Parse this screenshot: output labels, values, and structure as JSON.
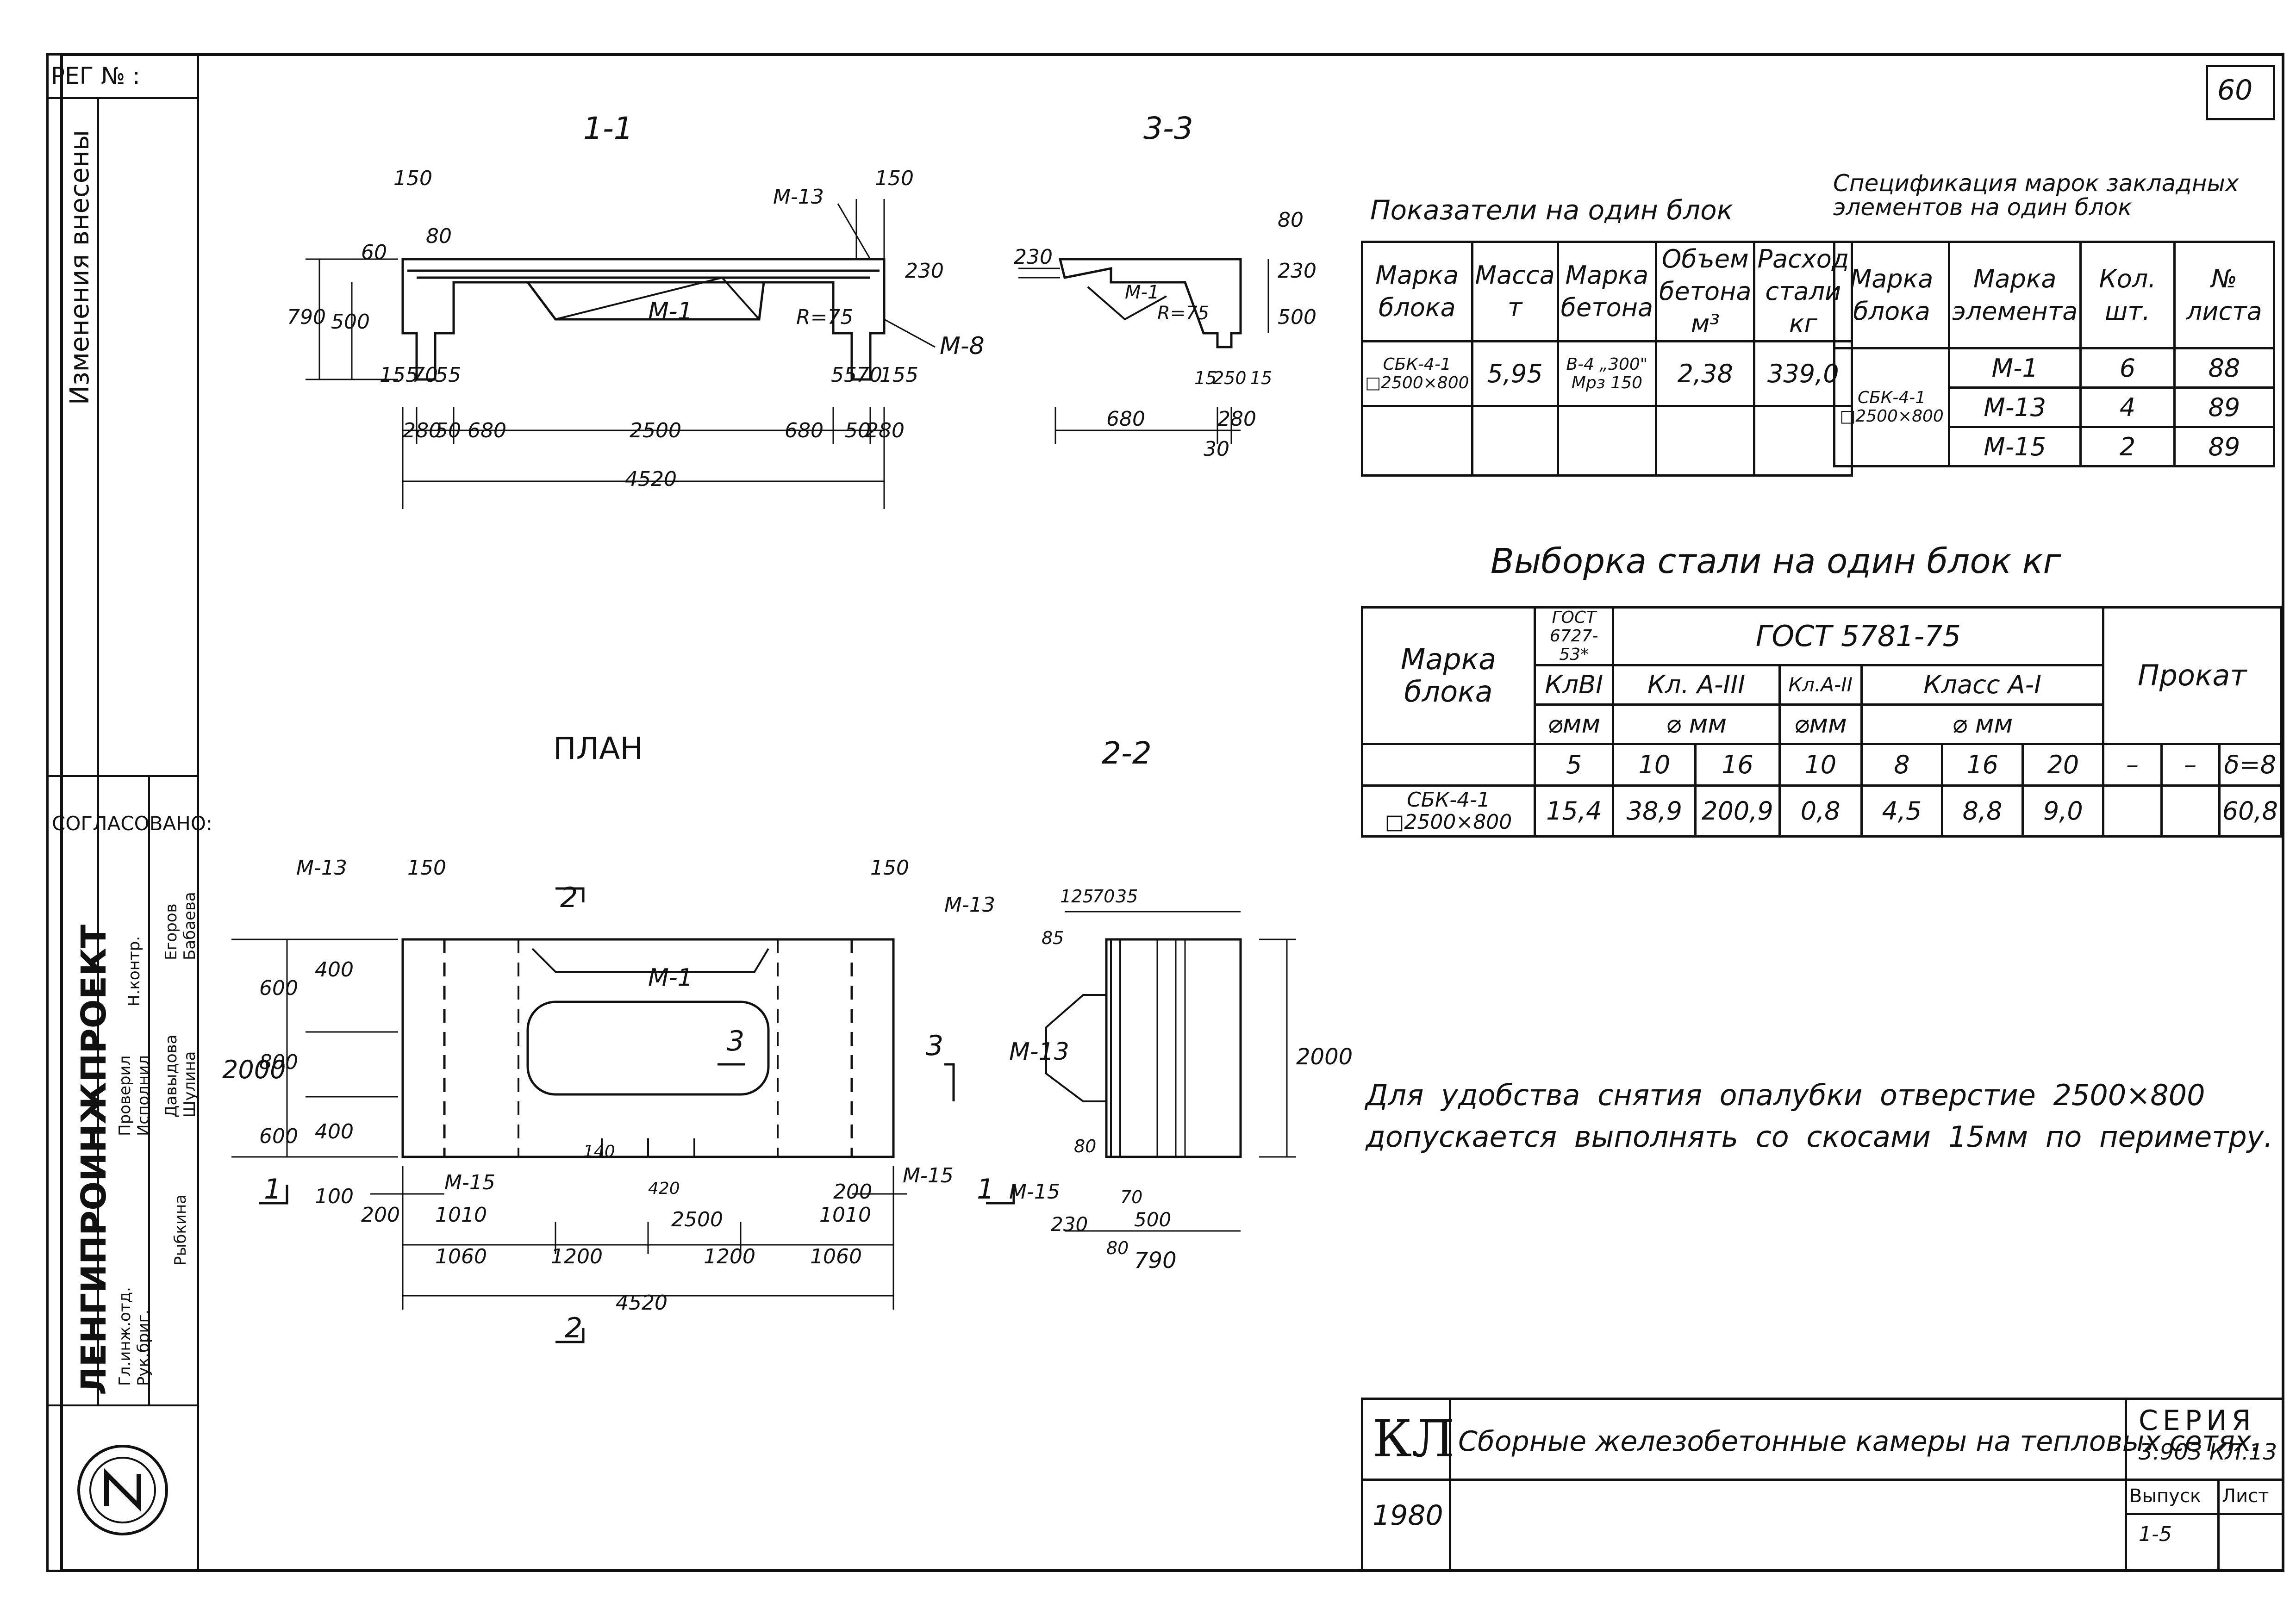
{
  "sheet": {
    "number": "60",
    "reg": "РЕГ № :",
    "stamp_kl": "КЛ",
    "title": "Сборные железобетонные камеры на тепловых сетях.",
    "series_label": "СЕРИЯ",
    "series_value": "3.903 КЛ.13",
    "vypusk_label": "Выпуск",
    "list_label": "Лист",
    "vypusk_value": "1-5",
    "year": "1980",
    "org": "ЛЕНГИПРОИНЖПРОЕКТ",
    "agreed": "СОГЛАСОВАНО:",
    "changes": "Изменения внесены",
    "sidebar_roles": [
      "Гл.инж.отд.",
      "Рук.бриг.",
      "Проверил",
      "Исполнил",
      "Н.контр."
    ],
    "sidebar_names": [
      "Егоров",
      "Бабаева",
      "Давыдова",
      "Шулина",
      "Рыбкина"
    ]
  },
  "section_1_1": {
    "title": "1-1",
    "dims": [
      "150",
      "150",
      "80",
      "230",
      "60",
      "790",
      "500",
      "М-13",
      "М-1",
      "М-8",
      "R=75",
      "155",
      "70",
      "55",
      "55",
      "70",
      "155",
      "280",
      "50",
      "680",
      "2500",
      "680",
      "50",
      "280",
      "4520"
    ]
  },
  "section_3_3": {
    "title": "3-3",
    "dims": [
      "80",
      "230",
      "500",
      "230",
      "М-1",
      "R=75",
      "15",
      "250",
      "15",
      "680",
      "280",
      "30"
    ]
  },
  "plan": {
    "title": "ПЛАН",
    "dims": [
      "М-13",
      "150",
      "150",
      "М-13",
      "М-1",
      "600",
      "800",
      "600",
      "2000",
      "400",
      "400",
      "100",
      "М-15",
      "М-15",
      "200",
      "200",
      "1010",
      "1010",
      "2500",
      "1060",
      "1200",
      "1200",
      "1060",
      "4520",
      "140",
      "420"
    ],
    "marks": [
      "2",
      "3",
      "3",
      "1",
      "1",
      "2"
    ]
  },
  "section_2_2": {
    "title": "2-2",
    "dims": [
      "125",
      "70",
      "35",
      "85",
      "М-13",
      "2000",
      "80",
      "М-15",
      "230",
      "70",
      "500",
      "80",
      "790"
    ]
  },
  "indicators": {
    "title": "Показатели на один блок",
    "headers": [
      "Марка блока",
      "Масса т",
      "Марка бетона",
      "Объем бетона м³",
      "Расход стали кг"
    ],
    "row": [
      "СБК-4-1 □2500×800",
      "5,95",
      "В-4 „300\" Мрз 150",
      "2,38",
      "339,0"
    ]
  },
  "embedded_spec": {
    "title": "Спецификация марок закладных элементов на один блок",
    "headers": [
      "Марка блока",
      "Марка элемента",
      "Кол. шт.",
      "№ листа"
    ],
    "block": "СБК-4-1 □2500×800",
    "rows": [
      [
        "М-1",
        "6",
        "88"
      ],
      [
        "М-13",
        "4",
        "89"
      ],
      [
        "М-15",
        "2",
        "89"
      ]
    ]
  },
  "steel": {
    "title": "Выборка стали на один блок кг",
    "h_block": "Марка блока",
    "h_gost_old": "ГОСТ 6727-53*",
    "h_gost_new": "ГОСТ 5781-75",
    "h_prokat": "Прокат",
    "h_cls": [
      "КлВI",
      "Кл. А-III",
      "Кл.А-II",
      "Класс А-I"
    ],
    "h_dia": [
      "⌀мм",
      "⌀ мм",
      "⌀мм",
      "⌀ мм"
    ],
    "h_sizes": [
      "5",
      "10",
      "16",
      "10",
      "8",
      "16",
      "20",
      "–",
      "–",
      "δ=8"
    ],
    "block": "СБК-4-1 □2500×800",
    "values": [
      "15,4",
      "38,9",
      "200,9",
      "0,8",
      "4,5",
      "8,8",
      "9,0",
      "",
      "",
      "60,8"
    ]
  },
  "note": {
    "line1": "Для удобства снятия опалубки отверстие 2500×800",
    "line2": "допускается выполнять со скосами 15мм по периметру."
  }
}
